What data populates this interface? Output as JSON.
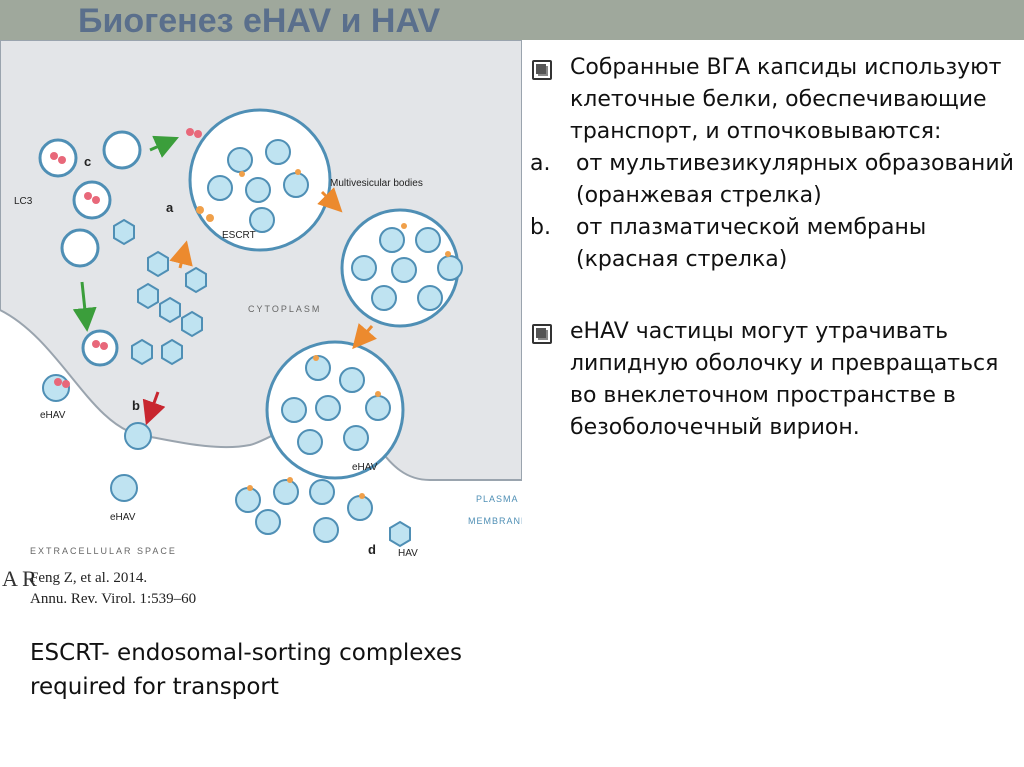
{
  "slide": {
    "title": "Биогенез eHAV и HAV"
  },
  "diagram": {
    "labels": {
      "c": "c",
      "lc3": "LC3",
      "a": "a",
      "escrt": "ESCRT",
      "mvb": "Multivesicular bodies",
      "cytoplasm": "CYTOPLASM",
      "b": "b",
      "ehav1": "eHAV",
      "ehav2": "eHAV",
      "ehav3": "eHAV",
      "plasma": "PLASMA",
      "membrane": "MEMBRANE",
      "extracellular": "EXTRACELLULAR SPACE",
      "d": "d",
      "hav": "HAV"
    },
    "colors": {
      "cytoplasm": "#e3e5e8",
      "capsid": "#bfe3f1",
      "capsid_stroke": "#4f8fb5",
      "escrt": "#f0a04a",
      "lc3": "#e8687a",
      "green_arrow": "#3b9e3b",
      "orange_arrow": "#ec8a2e",
      "red_arrow": "#c8262f"
    }
  },
  "credit": {
    "logo": "A R",
    "line1": "Feng Z, et al. 2014.",
    "line2": "Annu. Rev. Virol. 1:539–60"
  },
  "escrt_note": "ESCRT- endosomal-sorting complexes required for transport",
  "right_text": {
    "bullet1": "Собранные ВГА капсиды используют клеточные белки, обеспечивающие транспорт, и отпочковываются:",
    "item_a_marker": "a.",
    "item_a": "от мультивезикулярных образований (оранжевая стрелка)",
    "item_b_marker": "b.",
    "item_b": "от плазматической мембраны (красная стрелка)",
    "bullet2": "eHAV частицы могут утрачивать липидную оболочку и превращаться во внеклеточном пространстве в безоболочечный вирион."
  }
}
